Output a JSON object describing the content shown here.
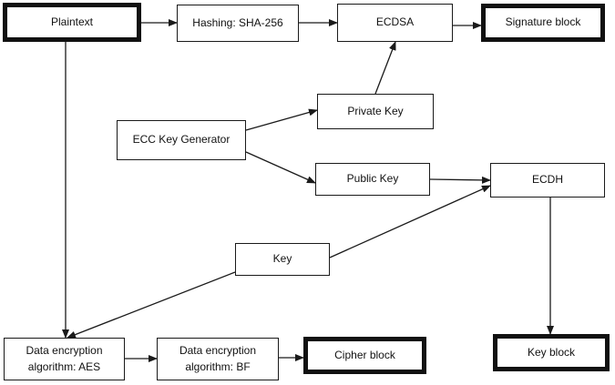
{
  "nodes": {
    "plaintext": "Plaintext",
    "hashing": "Hashing: SHA-256",
    "ecdsa": "ECDSA",
    "signature_block": "Signature block",
    "private_key": "Private Key",
    "ecc_key_generator": "ECC Key Generator",
    "public_key": "Public Key",
    "ecdh": "ECDH",
    "key": "Key",
    "aes": "Data encryption\nalgorithm: AES",
    "bf": "Data encryption\nalgorithm: BF",
    "cipher_block": "Cipher block",
    "key_block": "Key block"
  },
  "colors": {
    "stroke": "#1a1a1a",
    "text": "#111111",
    "background": "#ffffff"
  }
}
